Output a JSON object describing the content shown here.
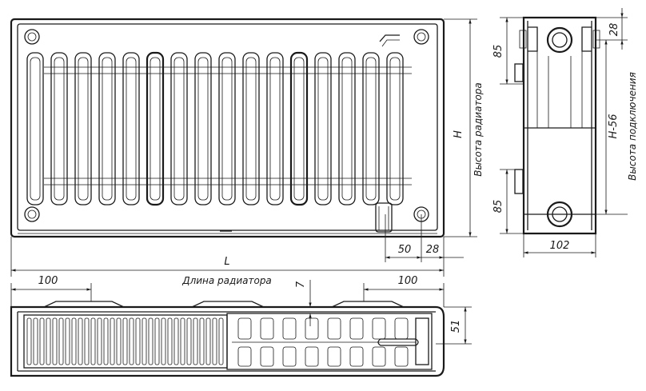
{
  "labels": {
    "height": "H",
    "height_caption": "Высота радиатора",
    "connection_height": "H-56",
    "connection_caption": "Высота подключения",
    "length": "L",
    "length_caption": "Длина радиатора",
    "dim_50": "50",
    "dim_28_front": "28",
    "dim_28_side": "28",
    "dim_85_top": "85",
    "dim_85_bottom": "85",
    "dim_102": "102",
    "dim_100_left": "100",
    "dim_100_right": "100",
    "dim_7": "7",
    "dim_51": "51"
  }
}
